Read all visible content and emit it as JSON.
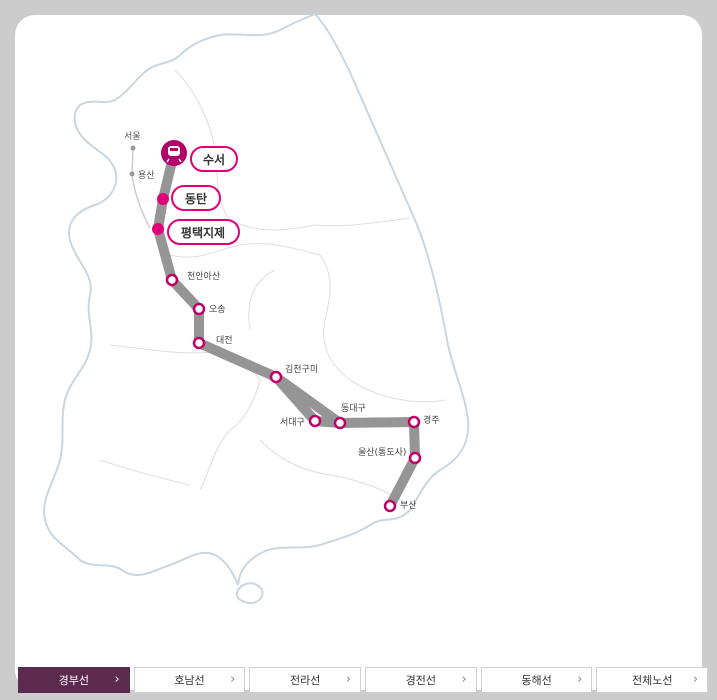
{
  "map": {
    "colors": {
      "route": "#959595",
      "station_ring": "#c0006a",
      "accent": "#e0007a",
      "border": "#c9d6df",
      "province": "#dddddd"
    },
    "plain_labels": {
      "seoul": "서울",
      "yongsan": "용산"
    },
    "srt_stations": {
      "suseo": "수서",
      "dongtan": "동탄",
      "pyeongtaek": "평택지제"
    },
    "stations": {
      "cheonan": "천안아산",
      "osong": "오송",
      "daejeon": "대전",
      "gimcheon": "김천구미",
      "dongdaegu": "동대구",
      "seodaegu": "서대구",
      "gyeongju": "경주",
      "ulsan": "울산(통도사)",
      "busan": "부산"
    }
  },
  "tabs": [
    {
      "label": "경부선",
      "active": true
    },
    {
      "label": "호남선",
      "active": false
    },
    {
      "label": "전라선",
      "active": false
    },
    {
      "label": "경전선",
      "active": false
    },
    {
      "label": "동해선",
      "active": false
    },
    {
      "label": "전체노선",
      "active": false
    }
  ],
  "chevron": "›"
}
